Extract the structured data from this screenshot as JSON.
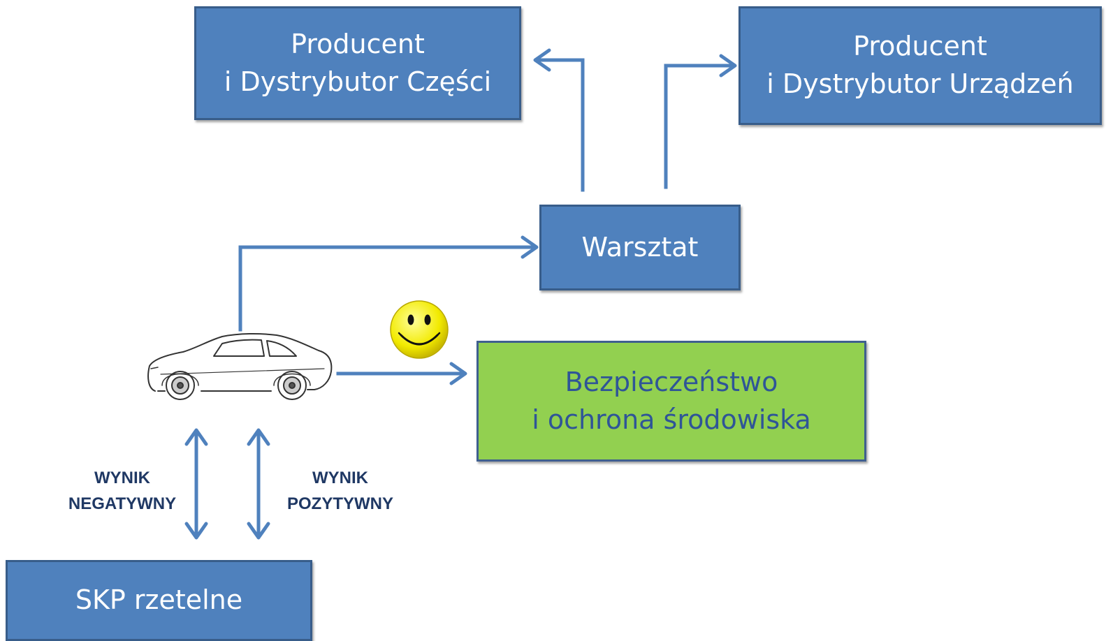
{
  "nodes": {
    "producer_parts": {
      "line1": "Producent",
      "line2": "i Dystrybutor Części"
    },
    "producer_devices": {
      "line1": "Producent",
      "line2": "i Dystrybutor Urządzeń"
    },
    "workshop": {
      "label": "Warsztat"
    },
    "safety": {
      "line1": "Bezpieczeństwo",
      "line2": "i ochrona środowiska"
    },
    "skp": {
      "label": "SKP rzetelne"
    }
  },
  "labels": {
    "negative": {
      "line1": "WYNIK",
      "line2": "NEGATYWNY"
    },
    "positive": {
      "line1": "WYNIK",
      "line2": "POZYTYWNY"
    }
  },
  "colors": {
    "box_fill": "#4f81bd",
    "box_border": "#385d8a",
    "green_fill": "#92d050",
    "arrow": "#4f81bd",
    "label_text": "#1f3864"
  },
  "icons": [
    "car-icon",
    "smiley-icon"
  ]
}
